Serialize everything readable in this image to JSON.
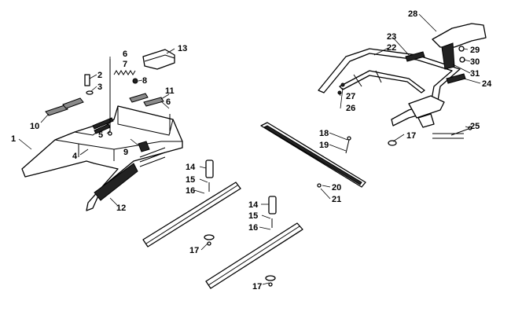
{
  "callouts": {
    "c1": "1",
    "c2": "2",
    "c3": "3",
    "c4": "4",
    "c5": "5",
    "c6a": "6",
    "c6b": "6",
    "c7": "7",
    "c8": "8",
    "c9": "9",
    "c10": "10",
    "c11": "11",
    "c12": "12",
    "c13": "13",
    "c14a": "14",
    "c15a": "15",
    "c16a": "16",
    "c17a": "17",
    "c14b": "14",
    "c15b": "15",
    "c16b": "16",
    "c17b": "17",
    "c18": "18",
    "c19": "19",
    "c20": "20",
    "c21": "21",
    "c22": "22",
    "c23": "23",
    "c24": "24",
    "c25": "25",
    "c26": "26",
    "c27": "27",
    "c28": "28",
    "c29": "29",
    "c30": "30",
    "c31": "31",
    "c17c": "17"
  }
}
